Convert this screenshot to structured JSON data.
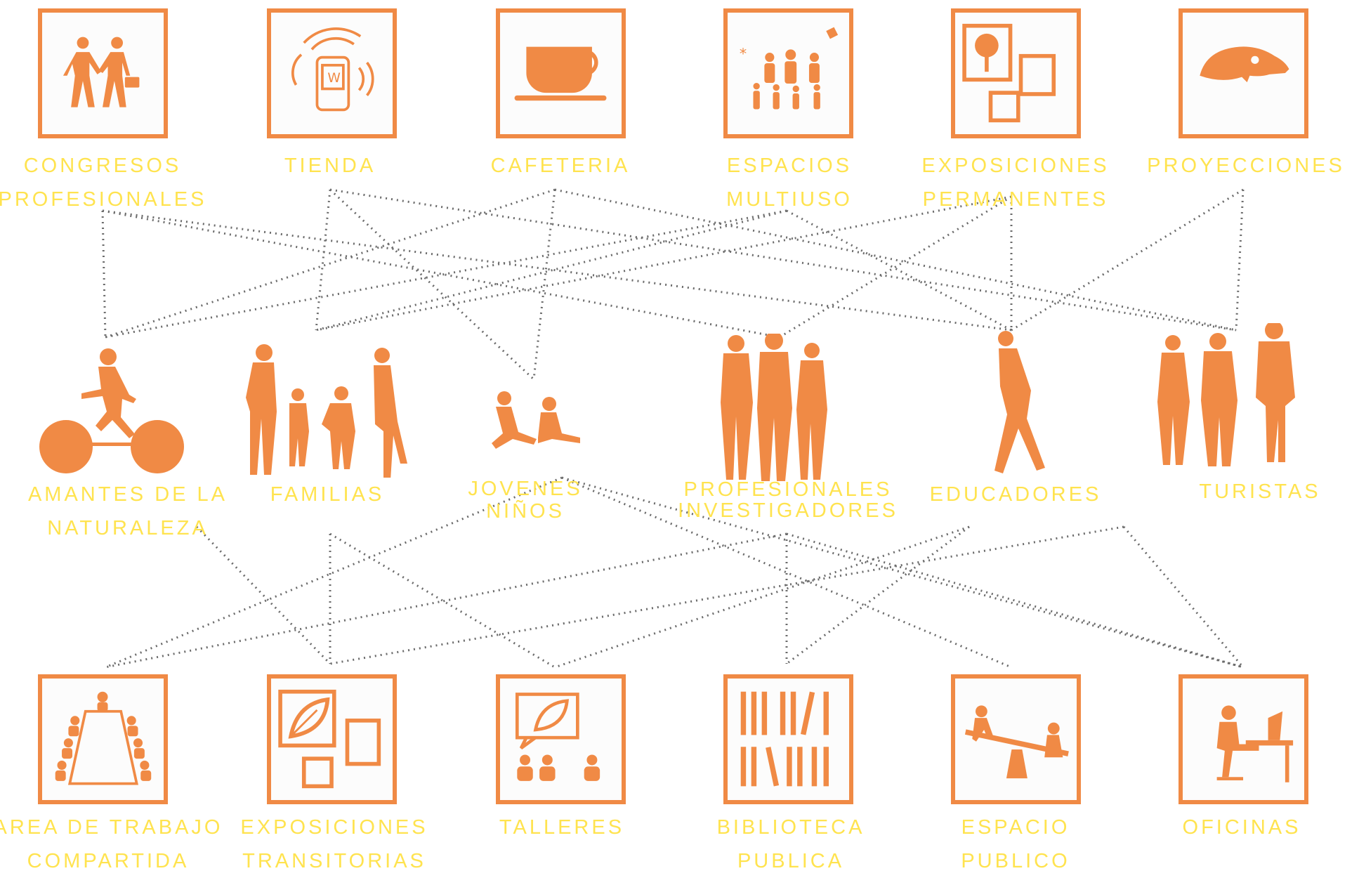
{
  "services_top": [
    {
      "id": "congresos",
      "lines": [
        "CONGRESOS",
        "PROFESIONALES"
      ],
      "icon": "handshake-icon"
    },
    {
      "id": "tienda",
      "lines": [
        "TIENDA"
      ],
      "icon": "phone-wifi-icon"
    },
    {
      "id": "cafeteria",
      "lines": [
        "CAFETERIA"
      ],
      "icon": "coffee-cup-icon"
    },
    {
      "id": "multiuso",
      "lines": [
        "ESPACIOS",
        "MULTIUSO"
      ],
      "icon": "group-people-icon"
    },
    {
      "id": "permanentes",
      "lines": [
        "EXPOSICIONES",
        "PERMANENTES"
      ],
      "icon": "framed-pictures-icon"
    },
    {
      "id": "proyecciones",
      "lines": [
        "PROYECCIONES"
      ],
      "icon": "dinosaur-skull-icon"
    }
  ],
  "users": [
    {
      "id": "naturaleza",
      "lines": [
        "AMANTES DE LA",
        "NATURALEZA"
      ],
      "icon": "cyclist-icon"
    },
    {
      "id": "familias",
      "lines": [
        "FAMILIAS"
      ],
      "icon": "family-icon"
    },
    {
      "id": "jovenes",
      "lines": [
        "JOVENES",
        "NIÑOS"
      ],
      "icon": "kids-sitting-icon"
    },
    {
      "id": "profesionales",
      "lines": [
        "PROFESIONALES",
        "INVESTIGADORES"
      ],
      "icon": "professionals-icon"
    },
    {
      "id": "educadores",
      "lines": [
        "EDUCADORES"
      ],
      "icon": "walking-person-icon"
    },
    {
      "id": "turistas",
      "lines": [
        "TURISTAS"
      ],
      "icon": "tourists-icon"
    }
  ],
  "services_bottom": [
    {
      "id": "coworking",
      "lines": [
        "AREA DE TRABAJO",
        "COMPARTIDA"
      ],
      "icon": "meeting-table-icon"
    },
    {
      "id": "transitorias",
      "lines": [
        "EXPOSICIONES",
        "TRANSITORIAS"
      ],
      "icon": "framed-leaf-icon"
    },
    {
      "id": "talleres",
      "lines": [
        "TALLERES"
      ],
      "icon": "workshop-icon"
    },
    {
      "id": "biblioteca",
      "lines": [
        "BIBLIOTECA",
        "PUBLICA"
      ],
      "icon": "books-icon"
    },
    {
      "id": "espacio",
      "lines": [
        "ESPACIO",
        "PUBLICO"
      ],
      "icon": "seesaw-icon"
    },
    {
      "id": "oficinas",
      "lines": [
        "OFICINAS"
      ],
      "icon": "office-desk-icon"
    }
  ],
  "links": [
    [
      "congresos",
      "naturaleza"
    ],
    [
      "congresos",
      "profesionales"
    ],
    [
      "congresos",
      "educadores"
    ],
    [
      "tienda",
      "familias"
    ],
    [
      "tienda",
      "turistas"
    ],
    [
      "tienda",
      "jovenes"
    ],
    [
      "cafeteria",
      "jovenes"
    ],
    [
      "cafeteria",
      "naturaleza"
    ],
    [
      "cafeteria",
      "turistas"
    ],
    [
      "multiuso",
      "naturaleza"
    ],
    [
      "multiuso",
      "familias"
    ],
    [
      "multiuso",
      "educadores"
    ],
    [
      "permanentes",
      "profesionales"
    ],
    [
      "permanentes",
      "educadores"
    ],
    [
      "permanentes",
      "familias"
    ],
    [
      "proyecciones",
      "turistas"
    ],
    [
      "proyecciones",
      "educadores"
    ],
    [
      "naturaleza",
      "transitorias"
    ],
    [
      "familias",
      "transitorias"
    ],
    [
      "familias",
      "talleres"
    ],
    [
      "jovenes",
      "espacio"
    ],
    [
      "jovenes",
      "coworking"
    ],
    [
      "profesionales",
      "biblioteca"
    ],
    [
      "profesionales",
      "oficinas"
    ],
    [
      "profesionales",
      "coworking"
    ],
    [
      "educadores",
      "talleres"
    ],
    [
      "educadores",
      "biblioteca"
    ],
    [
      "turistas",
      "oficinas"
    ],
    [
      "turistas",
      "transitorias"
    ],
    [
      "jovenes",
      "oficinas"
    ]
  ],
  "colors": {
    "accent": "#f08a45",
    "label": "#ffe34f",
    "link": "#6b6b6b"
  }
}
